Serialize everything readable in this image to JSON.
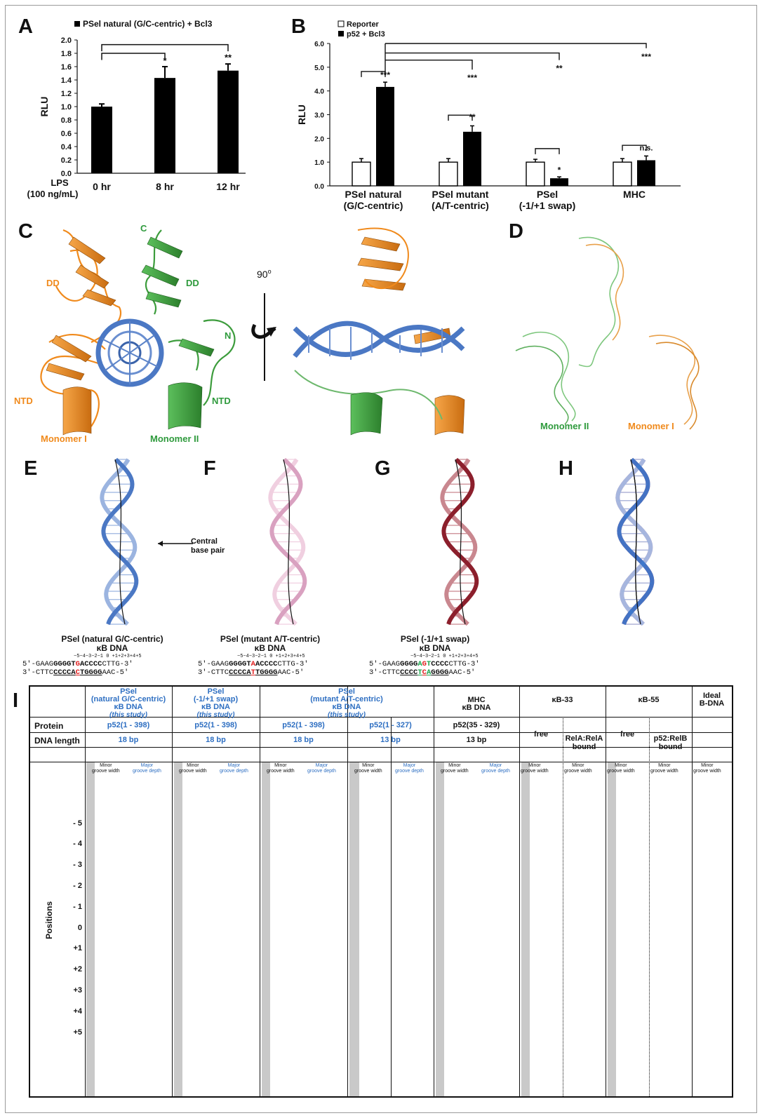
{
  "panels": {
    "A": "A",
    "B": "B",
    "C": "C",
    "D": "D",
    "E": "E",
    "F": "F",
    "G": "G",
    "H": "H",
    "I": "I"
  },
  "chart_data": [
    {
      "type": "bar",
      "panel": "A",
      "legend": [
        "PSel natural (G/C-centric) + Bcl3"
      ],
      "categories": [
        "0 hr",
        "8 hr",
        "12 hr"
      ],
      "x_prefix": "LPS\n(100 ng/mL)",
      "series": [
        {
          "name": "PSel natural (G/C-centric) + Bcl3",
          "values": [
            1.0,
            1.43,
            1.54
          ],
          "errors": [
            0.04,
            0.17,
            0.1
          ]
        }
      ],
      "ylabel": "RLU",
      "ylim": [
        0,
        2.0
      ],
      "yticks": [
        "0.0",
        "0.2",
        "0.4",
        "0.6",
        "0.8",
        "1.0",
        "1.2",
        "1.4",
        "1.6",
        "1.8",
        "2.0"
      ],
      "annotations": [
        "*",
        "**"
      ],
      "colors": {
        "bar": "#000000"
      }
    },
    {
      "type": "bar",
      "panel": "B",
      "legend": [
        "Reporter",
        "p52 + Bcl3"
      ],
      "categories": [
        "PSel natural\n(G/C-centric)",
        "PSel mutant\n(A/T-centric)",
        "PSel\n(-1/+1 swap)",
        "MHC"
      ],
      "series": [
        {
          "name": "Reporter",
          "values": [
            1.0,
            1.0,
            1.0,
            1.0
          ],
          "errors": [
            0.15,
            0.15,
            0.12,
            0.15
          ]
        },
        {
          "name": "p52 + Bcl3",
          "values": [
            4.17,
            2.28,
            0.32,
            1.08
          ],
          "errors": [
            0.2,
            0.25,
            0.06,
            0.18
          ]
        }
      ],
      "ylabel": "RLU",
      "ylim": [
        0,
        6.0
      ],
      "yticks": [
        "0.0",
        "1.0",
        "2.0",
        "3.0",
        "4.0",
        "5.0",
        "6.0"
      ],
      "annotations": [
        "***",
        "**",
        "*",
        "n.s.",
        "***",
        "**",
        "***",
        "***"
      ],
      "colors": {
        "reporter": "#ffffff",
        "p52": "#000000"
      }
    }
  ],
  "panelC": {
    "angle": "90",
    "labels": {
      "c": "C",
      "dd_left": "DD",
      "dd_right": "DD",
      "n": "N",
      "ntd_left": "NTD",
      "ntd_right": "NTD",
      "mono1": "Monomer I",
      "mono2": "Monomer II"
    }
  },
  "panelD": {
    "mono2": "Monomer II",
    "mono1": "Monomer I"
  },
  "panelE": {
    "central": "Central\nbase pair",
    "title": "PSel (natural G/C-centric)\nκB DNA",
    "num": "−5−4−3−2−1 0 +1+2+3+4+5"
  },
  "panelF": {
    "title": "PSel (mutant A/T-centric)\nκB DNA",
    "num": "−5−4−3−2−1 0 +1+2+3+4+5"
  },
  "panelG": {
    "title": "PSel (-1/+1 swap)\nκB DNA",
    "num": "−5−4−3−2−1 0 +1+2+3+4+5"
  },
  "table": {
    "col_headers": [
      {
        "title": "PSel\n(natural G/C-centric)\nκB DNA",
        "note": "(this study)"
      },
      {
        "title": "PSel\n(-1/+1 swap)\nκB DNA",
        "note": "(this study)"
      },
      {
        "title": "PSel\n(mutant A/T-centric)\nκB DNA",
        "note": "(this study)"
      },
      {
        "title": "MHC\nκB DNA",
        "note": ""
      },
      {
        "title": "κB-33",
        "note": ""
      },
      {
        "title": "κB-55",
        "note": ""
      },
      {
        "title": "Ideal\nB-DNA",
        "note": ""
      }
    ],
    "row_protein": "Protein",
    "row_length": "DNA length",
    "proteins": [
      "p52(1 - 398)",
      "p52(1 - 398)",
      "p52(1 - 398)",
      "p52(1 - 327)",
      "p52(35 - 329)",
      "free",
      "RelA:RelA\nbound",
      "free",
      "p52:RelB\nbound"
    ],
    "lengths": [
      "18 bp",
      "18 bp",
      "18 bp",
      "13 bp",
      "13 bp"
    ],
    "minor": "Minor\ngroove width",
    "major": "Major\ngroove depth",
    "positions_label": "Positions",
    "positions": [
      "- 5",
      "- 4",
      "- 3",
      "- 2",
      "- 1",
      "0",
      "+1",
      "+2",
      "+3",
      "+4",
      "+5"
    ]
  }
}
